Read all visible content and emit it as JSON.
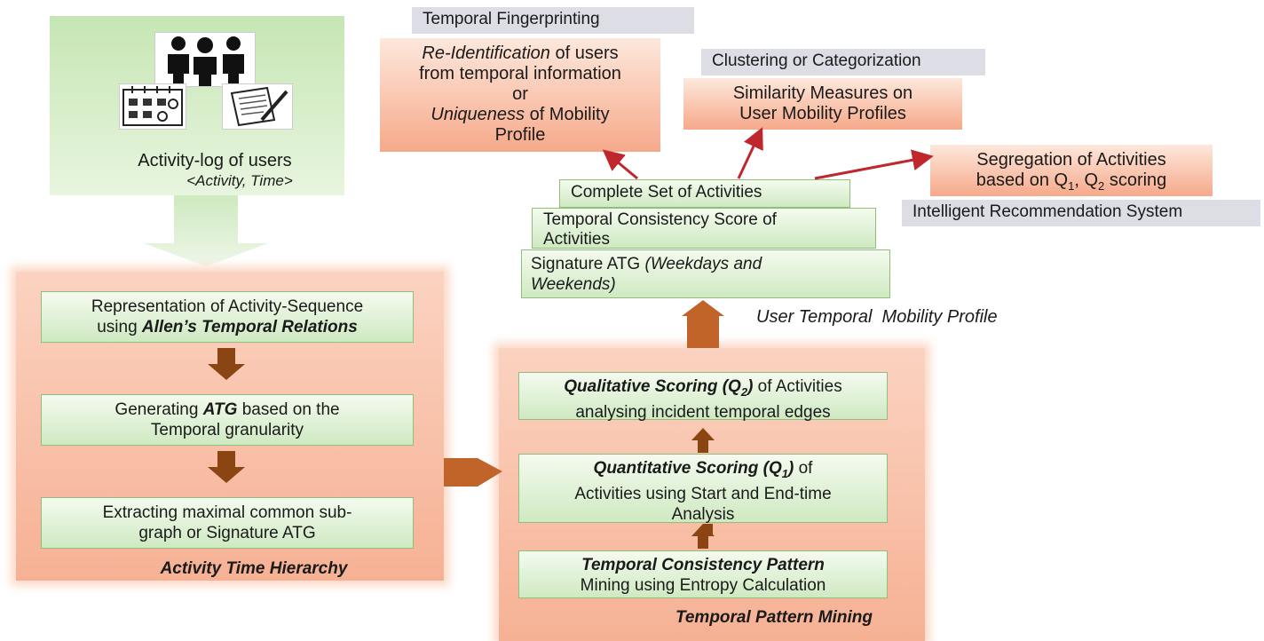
{
  "activity_log": {
    "title": "Activity-log of users",
    "subtitle": "<Activity, Time>"
  },
  "temporal_fingerprinting": {
    "tag": "Temporal Fingerprinting",
    "line1_italic": "Re-Identification",
    "line1_rest": " of users",
    "line2": "from temporal information",
    "line3": "or",
    "line4_italic": "Uniqueness",
    "line4_rest": " of Mobility",
    "line5": "Profile"
  },
  "clustering": {
    "tag": "Clustering or Categorization",
    "line1": "Similarity Measures on",
    "line2": "User Mobility Profiles"
  },
  "recommendation": {
    "tag": "Intelligent Recommendation System",
    "line1": "Segregation of Activities",
    "line2_pre": "based on Q",
    "line2_sub1": "1",
    "line2_mid": ", Q",
    "line2_sub2": "2",
    "line2_post": " scoring"
  },
  "profile_stack": {
    "layer1": "Complete Set of Activities",
    "layer2_line1": "Temporal Consistency Score of",
    "layer2_line2": "Activities",
    "layer3_pre": "Signature ATG ",
    "layer3_italic1": "(Weekdays and",
    "layer3_italic2": "Weekends)",
    "caption": "User Temporal  Mobility Profile"
  },
  "activity_time_hierarchy": {
    "caption": "Activity Time Hierarchy",
    "box1_line1": "Representation of Activity-Sequence",
    "box1_line2_pre": "using ",
    "box1_line2_bold": "Allen’s Temporal Relations",
    "box2_line1_pre": "Generating ",
    "box2_line1_bold": "ATG",
    "box2_line1_post": " based on the",
    "box2_line2": "Temporal granularity",
    "box3_line1": "Extracting maximal common sub-",
    "box3_line2": "graph or Signature ATG"
  },
  "temporal_pattern_mining": {
    "caption": "Temporal Pattern Mining",
    "box1_bold": "Qualitative Scoring (Q",
    "box1_sub": "2",
    "box1_bold_close": ")",
    "box1_rest": " of Activities",
    "box1_line2": "analysing incident temporal edges",
    "box2_bold": "Quantitative Scoring (Q",
    "box2_sub": "1",
    "box2_bold_close": ")",
    "box2_rest": " of",
    "box2_line2": "Activities using Start and End-time",
    "box2_line3": "Analysis",
    "box3_bold": "Temporal Consistency Pattern",
    "box3_line2": "Mining using Entropy Calculation"
  },
  "colors": {
    "arrow_brown": "#8b4513",
    "arrow_red": "#c0272d",
    "green_light": "#d9efcd",
    "orange_box": "#f6a98a",
    "tag_gray": "#dddde6"
  }
}
